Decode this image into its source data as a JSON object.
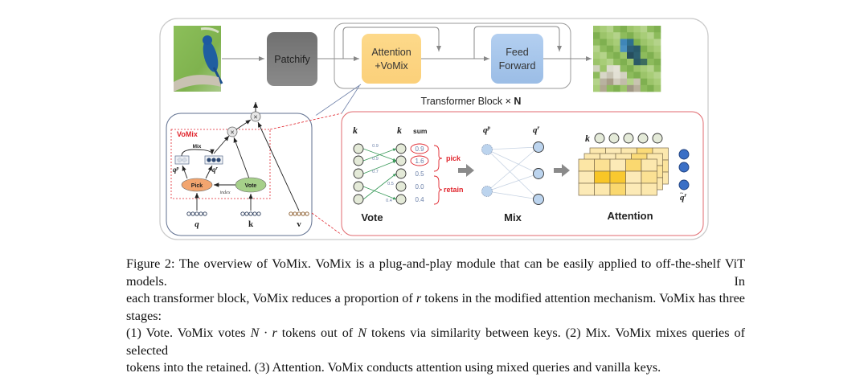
{
  "figure": {
    "pipeline": {
      "patchify_label": "Patchify",
      "attention_label_line1": "Attention",
      "attention_label_line2": "+VoMix",
      "ffn_label_line1": "Feed",
      "ffn_label_line2": "Forward",
      "block_label": "Transformer Block × ",
      "block_label_bold": "N",
      "input_image": "bird-photo",
      "output_image": "patchified-token-map"
    },
    "vomix_module": {
      "title": "VoMix",
      "mix_label": "Mix",
      "qp_label": "q",
      "qp_sup": "p",
      "qr_label": "q",
      "qr_sup": "r",
      "pick_label": "Pick",
      "vote_label": "Vote",
      "index_label": "index",
      "inputs": [
        "q",
        "k",
        "v"
      ],
      "multiply_symbol": "×"
    },
    "vote_stage": {
      "left_label": "k",
      "right_label": "k",
      "sum_label": "sum",
      "edge_weights": [
        "0.9",
        "0.9",
        "0.7",
        "0.5",
        "0.4"
      ],
      "sums": [
        "0.9",
        "1.6",
        "0.5",
        "0.0",
        "0.4"
      ],
      "pick_label": "pick",
      "retain_label": "retain",
      "stage_label": "Vote"
    },
    "mix_stage": {
      "qp_label": "q",
      "qp_sup": "p",
      "qr_label": "q",
      "qr_sup": "r",
      "stage_label": "Mix"
    },
    "attention_stage": {
      "k_label": "k",
      "qtilde_label": "q",
      "qtilde_sup": "r",
      "stage_label": "Attention",
      "heatmap_front": [
        [
          0.25,
          0.35,
          0.15,
          0.55,
          0.2
        ],
        [
          0.15,
          0.95,
          0.9,
          0.15,
          0.35
        ],
        [
          0.15,
          0.2,
          0.55,
          0.15,
          0.2
        ]
      ]
    },
    "colors": {
      "attention_box": "#fcd987",
      "ffn_box": "#a9c7ea",
      "patchify_box": "#7a7a7a",
      "accent_red": "#e0242c",
      "node_green": "#e4ead8",
      "node_blue": "#bcd4ee",
      "qtilde_blue": "#3a6fc6",
      "pick_orange": "#f2a56f",
      "vote_green": "#a6d08a"
    }
  },
  "caption": {
    "lines": [
      "Figure 2: The overview of VoMix. VoMix is a plug-and-play module that can be easily applied to off-the-shelf ViT models. In",
      "each transformer block, VoMix reduces a proportion of ",
      "(1) Vote. VoMix votes ",
      "tokens into the retained. (3) Attention. VoMix conducts attention using mixed queries and vanilla keys."
    ],
    "line2_rest": " tokens in the modified attention mechanism. VoMix has three stages:",
    "line3_math1": "N · r",
    "line3_mid": " tokens out of ",
    "line3_math2": "N",
    "line3_rest": " tokens via similarity between keys. (2) Mix. VoMix mixes queries of selected",
    "r_symbol": "r"
  }
}
